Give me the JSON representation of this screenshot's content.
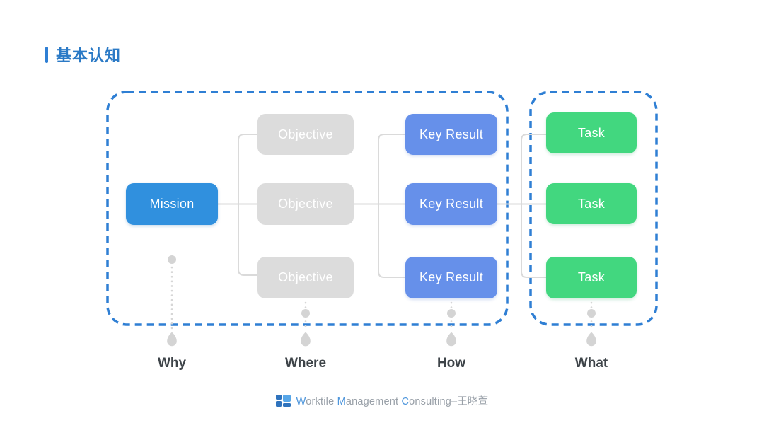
{
  "header": {
    "title": "基本认知",
    "accent_color": "#2b7ac6"
  },
  "diagram": {
    "group_border_color": "#2f7fd4",
    "connector_color": "#dadada",
    "columns": [
      {
        "id": "mission",
        "question": "Why",
        "color": "#3090de",
        "boxes": [
          "Mission"
        ]
      },
      {
        "id": "objective",
        "question": "Where",
        "color": "#dcdcdc",
        "boxes": [
          "Objective",
          "Objective",
          "Objective"
        ]
      },
      {
        "id": "key-result",
        "question": "How",
        "color": "#6690ea",
        "boxes": [
          "Key Result",
          "Key Result",
          "Key Result"
        ]
      },
      {
        "id": "task",
        "question": "What",
        "color": "#42d77f",
        "boxes": [
          "Task",
          "Task",
          "Task"
        ]
      }
    ]
  },
  "footer": {
    "segments": [
      {
        "text": "W",
        "color": "blue"
      },
      {
        "text": "orktile ",
        "color": "gray"
      },
      {
        "text": "M",
        "color": "blue"
      },
      {
        "text": "anagement ",
        "color": "gray"
      },
      {
        "text": "C",
        "color": "blue"
      },
      {
        "text": "onsulting",
        "color": "gray"
      },
      {
        "text": "–王晓萱",
        "color": "gray"
      }
    ],
    "logo_colors": {
      "dark": "#2f73bd",
      "light": "#57a6e8"
    }
  }
}
